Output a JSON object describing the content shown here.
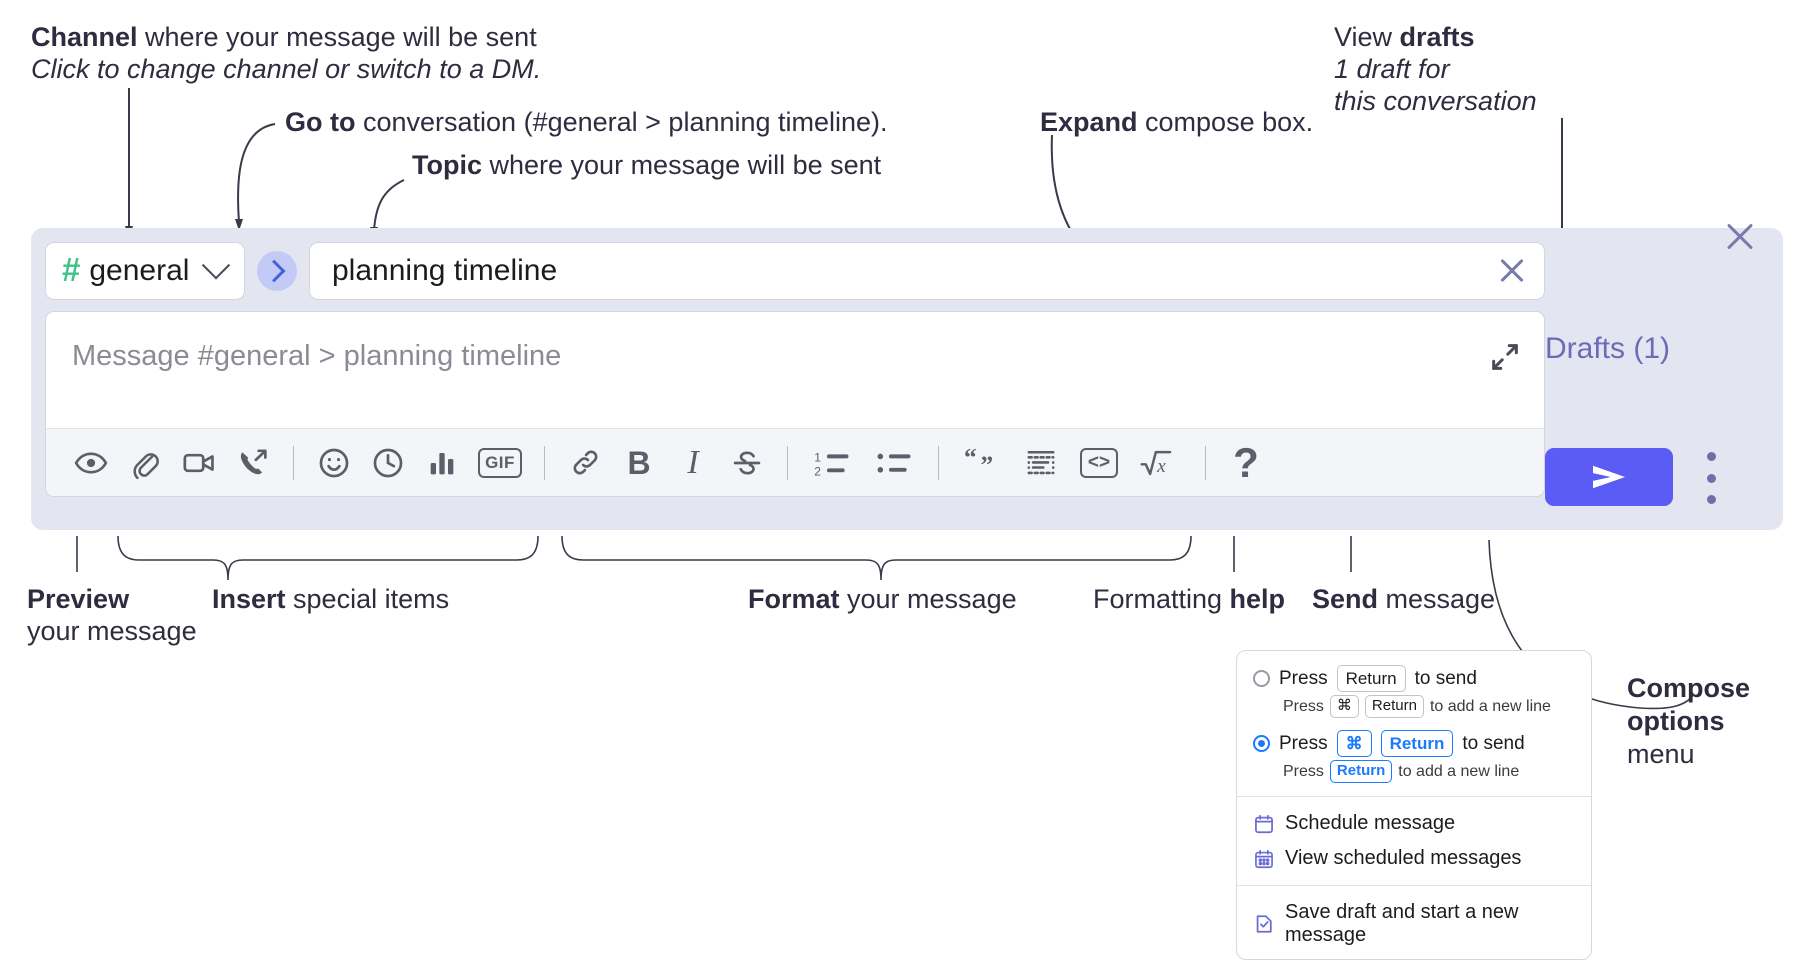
{
  "annotations": {
    "channel": {
      "bold": "Channel",
      "rest": " where your message will be sent",
      "sub": "Click to change channel or switch to a DM."
    },
    "goto": {
      "bold": "Go to",
      "rest": " conversation (#general > planning timeline)."
    },
    "topic": {
      "bold": "Topic",
      "rest": " where your message will be sent"
    },
    "expand": {
      "bold": "Expand",
      "rest": " compose box."
    },
    "drafts": {
      "plain": "View ",
      "bold": "drafts",
      "sub1": "1 draft for",
      "sub2": "this conversation"
    },
    "preview": {
      "bold": "Preview",
      "sub": "your message"
    },
    "insert": {
      "bold": "Insert",
      "rest": " special items"
    },
    "format": {
      "bold": "Format",
      "rest": " your message"
    },
    "help": {
      "plain": "Formatting ",
      "bold": "help"
    },
    "send": {
      "bold": "Send",
      "rest": " message"
    },
    "compose_options": {
      "bold1": "Compose",
      "bold2": "options",
      "rest": "menu"
    }
  },
  "composer": {
    "channel_name": "general",
    "channel_hash": "#",
    "topic_value": "planning timeline",
    "message_placeholder": "Message #general > planning timeline",
    "drafts_label": "Drafts (1)",
    "toolbar": [
      {
        "name": "preview-icon",
        "glyph": "eye"
      },
      {
        "name": "attachment-icon",
        "glyph": "paperclip"
      },
      {
        "name": "video-icon",
        "glyph": "video"
      },
      {
        "name": "huddle-icon",
        "glyph": "phone-arrow"
      },
      {
        "name": "separator",
        "glyph": "sep"
      },
      {
        "name": "emoji-icon",
        "glyph": "smiley"
      },
      {
        "name": "schedule-icon",
        "glyph": "clock"
      },
      {
        "name": "poll-icon",
        "glyph": "bars"
      },
      {
        "name": "gif-icon",
        "glyph": "gif",
        "label": "GIF"
      },
      {
        "name": "separator",
        "glyph": "sep"
      },
      {
        "name": "link-icon",
        "glyph": "link"
      },
      {
        "name": "bold-icon",
        "glyph": "B",
        "label": "B"
      },
      {
        "name": "italic-icon",
        "glyph": "I",
        "label": "I"
      },
      {
        "name": "strikethrough-icon",
        "glyph": "strike"
      },
      {
        "name": "separator",
        "glyph": "sep"
      },
      {
        "name": "ordered-list-icon",
        "glyph": "ol"
      },
      {
        "name": "bulleted-list-icon",
        "glyph": "ul"
      },
      {
        "name": "separator",
        "glyph": "sep"
      },
      {
        "name": "blockquote-icon",
        "glyph": "quote",
        "label": "“”"
      },
      {
        "name": "code-block-icon",
        "glyph": "codeblock"
      },
      {
        "name": "inline-code-icon",
        "glyph": "code",
        "label": "<>"
      },
      {
        "name": "math-icon",
        "glyph": "math"
      },
      {
        "name": "separator",
        "glyph": "sep"
      },
      {
        "name": "formatting-help-icon",
        "glyph": "?",
        "label": "?"
      }
    ]
  },
  "menu": {
    "option_1": {
      "pre": "Press",
      "key": "Return",
      "post": "to send",
      "sub_pre": "Press",
      "sub_key1": "⌘",
      "sub_key2": "Return",
      "sub_post": "to add a new line",
      "selected": false
    },
    "option_2": {
      "pre": "Press",
      "key1": "⌘",
      "key2": "Return",
      "post": "to send",
      "sub_pre": "Press",
      "sub_key": "Return",
      "sub_post": "to add a new line",
      "selected": true
    },
    "items": [
      {
        "label": "Schedule message",
        "icon": "calendar-icon"
      },
      {
        "label": "View scheduled messages",
        "icon": "calendar-grid-icon"
      },
      {
        "label": "Save draft and start a new message",
        "icon": "document-check-icon"
      }
    ]
  },
  "colors": {
    "composer_bg": "#e3e5f1",
    "send_button": "#5b5bf5",
    "hash_green": "#3ec487",
    "goto_blue": "#4a60d8",
    "drafts_purple": "#6b6bb8",
    "key_blue": "#1d7afc",
    "menu_icon_purple": "#6b6bd6"
  }
}
